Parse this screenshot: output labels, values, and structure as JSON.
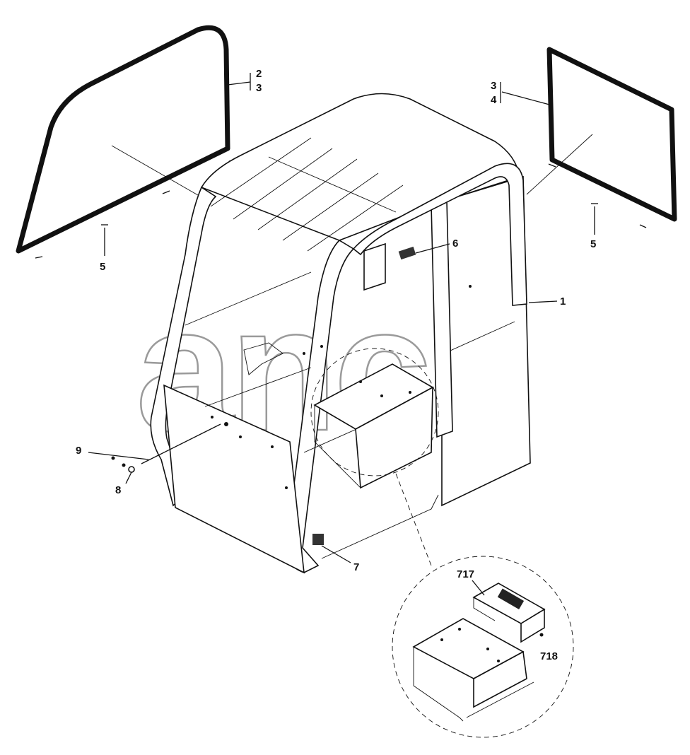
{
  "watermark": "anch",
  "callouts": {
    "left_glass_a": "2",
    "left_glass_b": "3",
    "right_glass_a": "3",
    "right_glass_b": "4",
    "seal_left": "5",
    "seal_right": "5",
    "cab": "1",
    "label_plate": "6",
    "vent": "7",
    "screw": "8",
    "rivet": "9",
    "bracket": "717",
    "fastener": "718"
  }
}
